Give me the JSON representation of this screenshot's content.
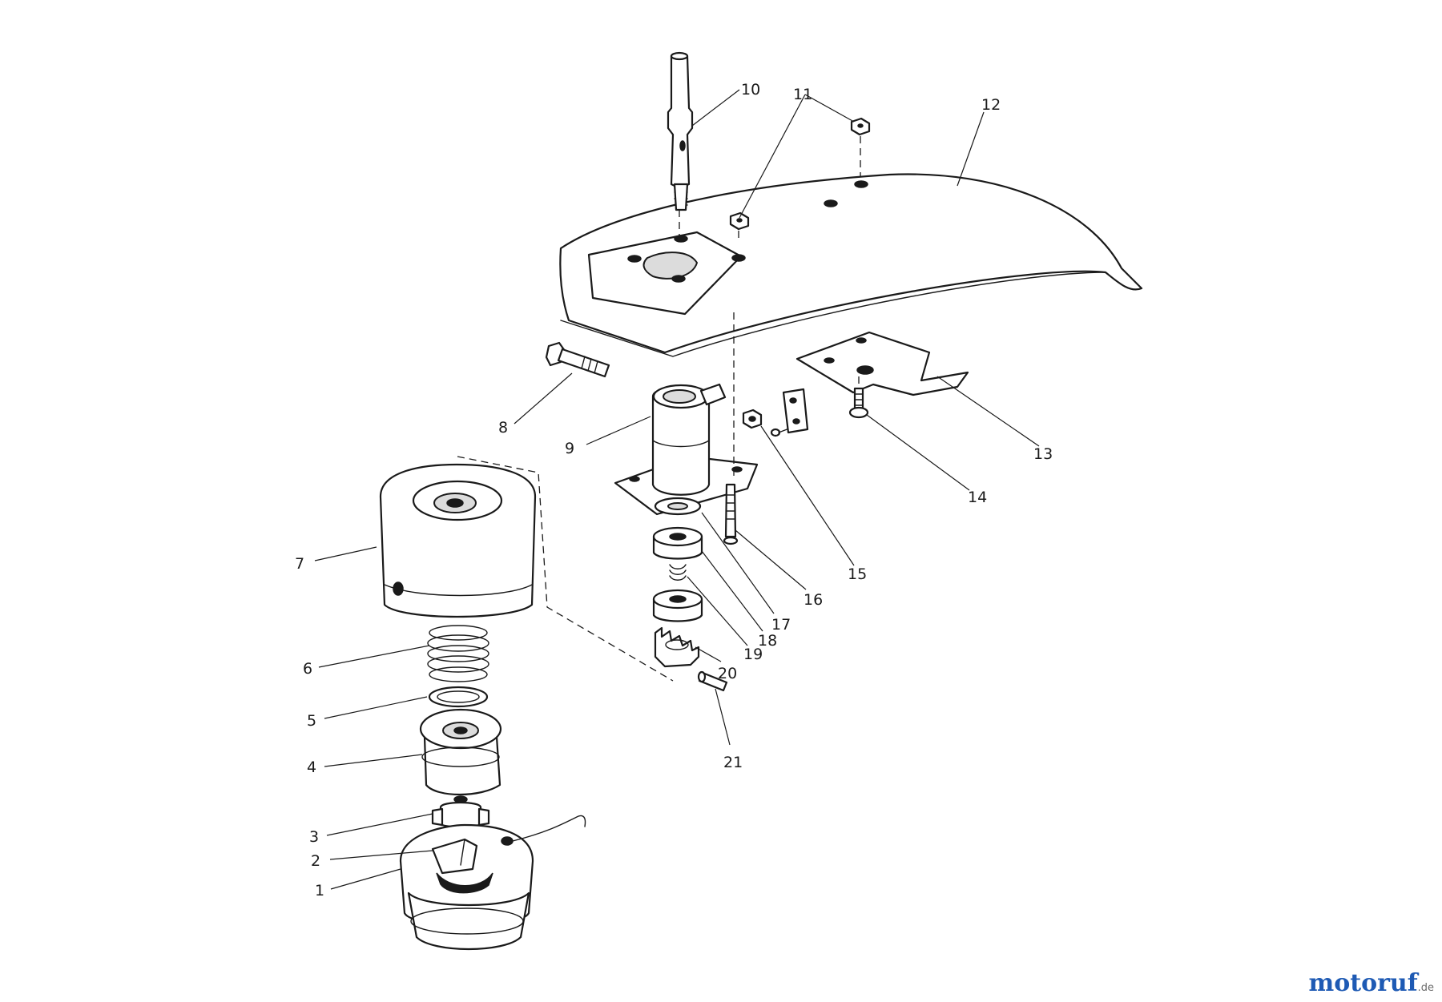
{
  "diagram": {
    "callouts": [
      {
        "id": "1",
        "text": "1"
      },
      {
        "id": "2",
        "text": "2"
      },
      {
        "id": "3",
        "text": "3"
      },
      {
        "id": "4",
        "text": "4"
      },
      {
        "id": "5",
        "text": "5"
      },
      {
        "id": "6",
        "text": "6"
      },
      {
        "id": "7",
        "text": "7"
      },
      {
        "id": "8",
        "text": "8"
      },
      {
        "id": "9",
        "text": "9"
      },
      {
        "id": "10",
        "text": "10"
      },
      {
        "id": "11",
        "text": "11"
      },
      {
        "id": "12",
        "text": "12"
      },
      {
        "id": "13",
        "text": "13"
      },
      {
        "id": "14",
        "text": "14"
      },
      {
        "id": "15",
        "text": "15"
      },
      {
        "id": "16",
        "text": "16"
      },
      {
        "id": "17",
        "text": "17"
      },
      {
        "id": "18",
        "text": "18"
      },
      {
        "id": "19",
        "text": "19"
      },
      {
        "id": "20",
        "text": "20"
      },
      {
        "id": "21",
        "text": "21"
      }
    ]
  },
  "watermark": {
    "brand": "motoruf",
    "suffix": ".de",
    "color": "#1e5ab4"
  }
}
